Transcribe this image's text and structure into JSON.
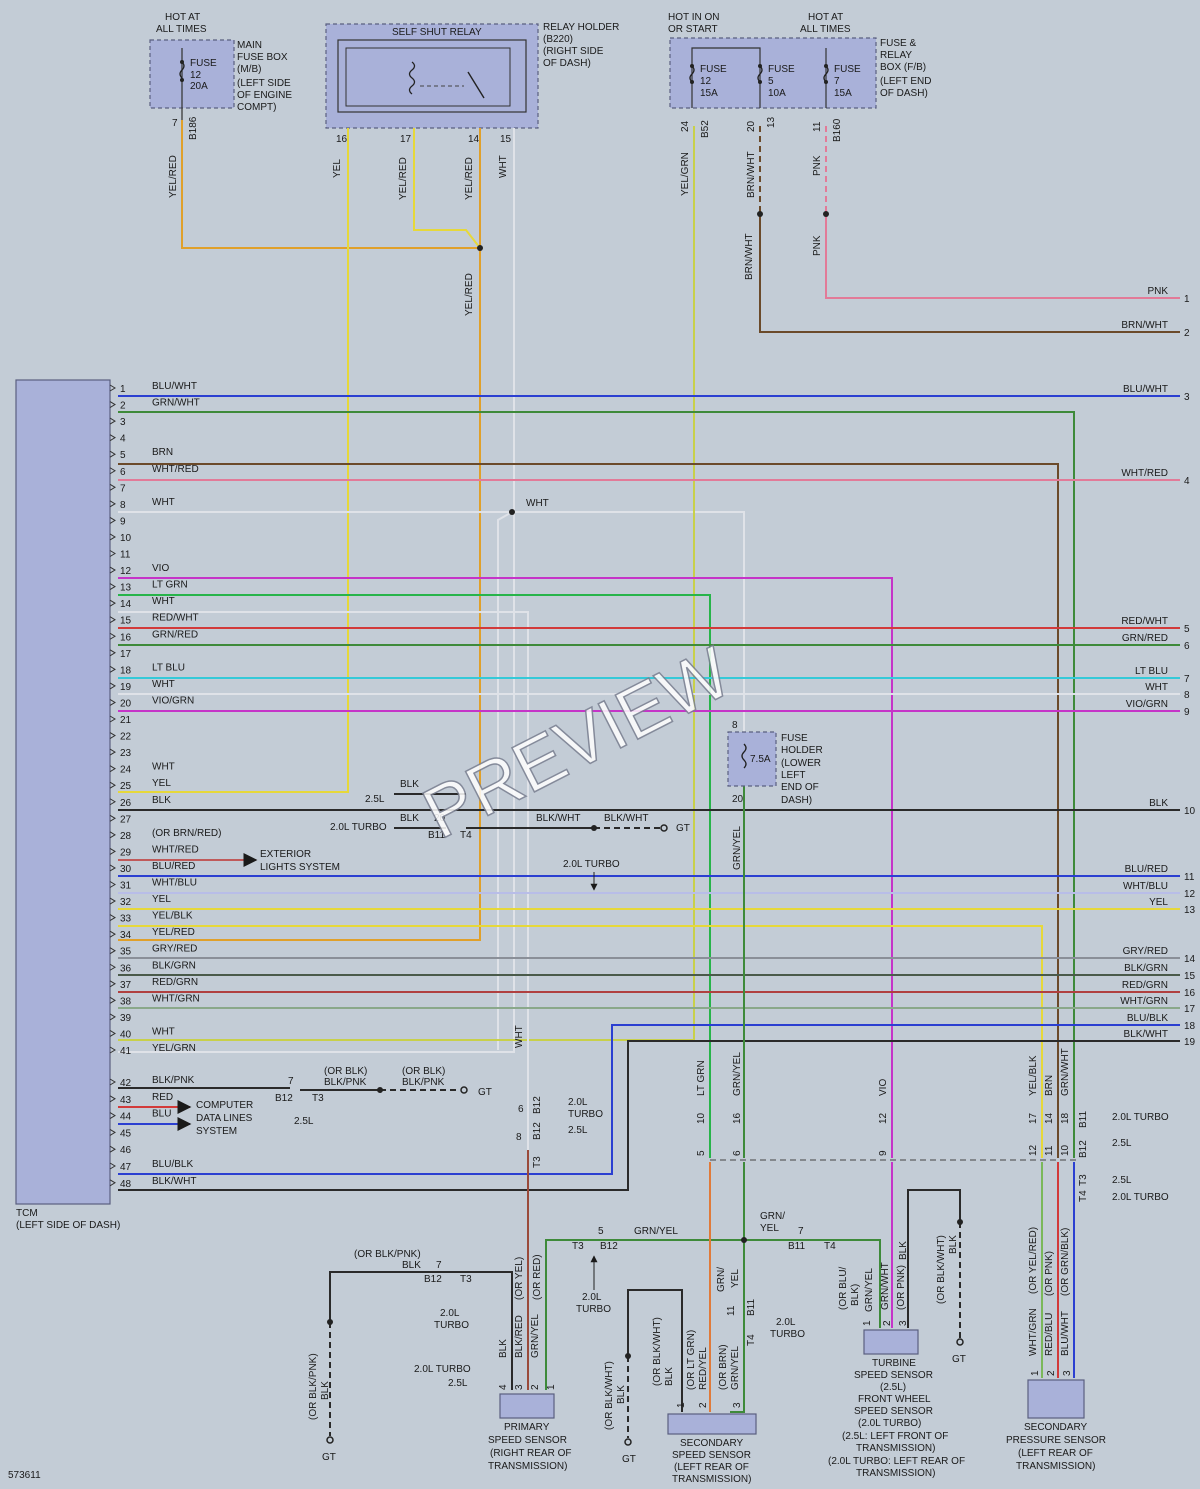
{
  "diagram_id": "573611",
  "watermark": "PREVIEW",
  "colors": {
    "BLU": "#2b3fd1",
    "GRN": "#3e8a3a",
    "BRN": "#6b4a2a",
    "PNK": "#e27a98",
    "WHT": "#eceef2",
    "VIO": "#c534c8",
    "LTGRN": "#27b44a",
    "RED": "#d23a3a",
    "LTBLU": "#35c9d8",
    "YEL": "#e6d83a",
    "BLK": "#2a2a2a",
    "GRY": "#8a8f98",
    "ORN": "#e0a02a"
  },
  "tcm": {
    "label": "TCM",
    "sub": "(LEFT SIDE OF DASH)",
    "pins": [
      {
        "n": "1",
        "label": "BLU/WHT"
      },
      {
        "n": "2",
        "label": "GRN/WHT"
      },
      {
        "n": "3",
        "label": ""
      },
      {
        "n": "4",
        "label": ""
      },
      {
        "n": "5",
        "label": "BRN"
      },
      {
        "n": "6",
        "label": "WHT/RED"
      },
      {
        "n": "7",
        "label": ""
      },
      {
        "n": "8",
        "label": "WHT"
      },
      {
        "n": "9",
        "label": ""
      },
      {
        "n": "10",
        "label": ""
      },
      {
        "n": "11",
        "label": ""
      },
      {
        "n": "12",
        "label": "VIO"
      },
      {
        "n": "13",
        "label": "LT GRN"
      },
      {
        "n": "14",
        "label": "WHT"
      },
      {
        "n": "15",
        "label": "RED/WHT"
      },
      {
        "n": "16",
        "label": "GRN/RED"
      },
      {
        "n": "17",
        "label": ""
      },
      {
        "n": "18",
        "label": "LT BLU"
      },
      {
        "n": "19",
        "label": "WHT"
      },
      {
        "n": "20",
        "label": "VIO/GRN"
      },
      {
        "n": "21",
        "label": ""
      },
      {
        "n": "22",
        "label": ""
      },
      {
        "n": "23",
        "label": ""
      },
      {
        "n": "24",
        "label": "WHT"
      },
      {
        "n": "25",
        "label": "YEL"
      },
      {
        "n": "26",
        "label": "BLK"
      },
      {
        "n": "27",
        "label": ""
      },
      {
        "n": "28",
        "label": "(OR BRN/RED)"
      },
      {
        "n": "29",
        "label": "WHT/RED"
      },
      {
        "n": "30",
        "label": "BLU/RED"
      },
      {
        "n": "31",
        "label": "WHT/BLU"
      },
      {
        "n": "32",
        "label": "YEL"
      },
      {
        "n": "33",
        "label": "YEL/BLK"
      },
      {
        "n": "34",
        "label": "YEL/RED"
      },
      {
        "n": "35",
        "label": "GRY/RED"
      },
      {
        "n": "36",
        "label": "BLK/GRN"
      },
      {
        "n": "37",
        "label": "RED/GRN"
      },
      {
        "n": "38",
        "label": "WHT/GRN"
      },
      {
        "n": "39",
        "label": ""
      },
      {
        "n": "40",
        "label": "WHT"
      },
      {
        "n": "41",
        "label": "YEL/GRN"
      },
      {
        "n": "42",
        "label": "BLK/PNK"
      },
      {
        "n": "43",
        "label": "RED"
      },
      {
        "n": "44",
        "label": "BLU"
      },
      {
        "n": "45",
        "label": ""
      },
      {
        "n": "46",
        "label": ""
      },
      {
        "n": "47",
        "label": "BLU/BLK"
      },
      {
        "n": "48",
        "label": "BLK/WHT"
      }
    ]
  },
  "right_edge": [
    {
      "n": "1",
      "label": "PNK"
    },
    {
      "n": "2",
      "label": "BRN/WHT"
    },
    {
      "n": "3",
      "label": "BLU/WHT"
    },
    {
      "n": "4",
      "label": "WHT/RED"
    },
    {
      "n": "5",
      "label": "RED/WHT"
    },
    {
      "n": "6",
      "label": "GRN/RED"
    },
    {
      "n": "7",
      "label": "LT BLU"
    },
    {
      "n": "8",
      "label": "WHT"
    },
    {
      "n": "9",
      "label": "VIO/GRN"
    },
    {
      "n": "10",
      "label": "BLK"
    },
    {
      "n": "11",
      "label": "BLU/RED"
    },
    {
      "n": "12",
      "label": "WHT/BLU"
    },
    {
      "n": "13",
      "label": "YEL"
    },
    {
      "n": "14",
      "label": "GRY/RED"
    },
    {
      "n": "15",
      "label": "BLK/GRN"
    },
    {
      "n": "16",
      "label": "RED/GRN"
    },
    {
      "n": "17",
      "label": "WHT/GRN"
    },
    {
      "n": "18",
      "label": "BLU/BLK"
    },
    {
      "n": "19",
      "label": "BLK/WHT"
    }
  ],
  "main_fuse_box": {
    "hot": [
      "HOT AT",
      "ALL TIMES"
    ],
    "fuse": [
      "FUSE",
      "12",
      "20A"
    ],
    "desc": [
      "MAIN",
      "FUSE BOX",
      "(M/B)",
      "(LEFT SIDE",
      "OF ENGINE",
      "COMPT)"
    ],
    "pin": "7",
    "conn": "B186",
    "wire": "YEL/RED"
  },
  "relay_holder": {
    "title": "SELF SHUT RELAY",
    "desc": [
      "RELAY HOLDER",
      "(B220)",
      "(RIGHT SIDE",
      "OF DASH)"
    ],
    "pins": [
      "16",
      "17",
      "14",
      "15"
    ],
    "wires": [
      "YEL",
      "YEL/RED",
      "YEL/RED",
      "WHT"
    ],
    "down_wire": "YEL/RED"
  },
  "fuse_relay_box": {
    "hot1": [
      "HOT IN ON",
      "OR START"
    ],
    "hot2": [
      "HOT AT",
      "ALL TIMES"
    ],
    "fuses": [
      [
        "FUSE",
        "12",
        "15A"
      ],
      [
        "FUSE",
        "5",
        "10A"
      ],
      [
        "FUSE",
        "7",
        "15A"
      ]
    ],
    "desc": [
      "FUSE &",
      "RELAY",
      "BOX (F/B)",
      "(LEFT END",
      "OF DASH)"
    ],
    "pins": [
      "24",
      "20",
      "11"
    ],
    "conns": [
      "B52",
      "13",
      "B160"
    ],
    "wires": [
      "YEL/GRN",
      "BRN/WHT",
      "PNK"
    ],
    "lower_wires": [
      "BRN/WHT",
      "PNK"
    ]
  },
  "fuse_holder": {
    "fuse": "7.5A",
    "pin_top": "8",
    "pin_bottom": "20",
    "desc": [
      "FUSE",
      "HOLDER",
      "(LOWER",
      "LEFT",
      "END OF",
      "DASH)"
    ],
    "wire": "GRN/YEL"
  },
  "splices": {
    "wht_label": "WHT",
    "blk_25": "2.5L",
    "blk_25_wire": "BLK",
    "blk_20": "2.0L TURBO",
    "blk_20_wire": "BLK",
    "pin20": "20",
    "b11": "B11",
    "t4": "T4",
    "blkwht_1": "BLK/WHT",
    "blkwht_2": "BLK/WHT",
    "gt": "GT",
    "ext_lights": [
      "EXTERIOR",
      "LIGHTS SYSTEM"
    ],
    "turbo_note": "2.0L TURBO",
    "data_lines": [
      "COMPUTER",
      "DATA LINES",
      "SYSTEM"
    ],
    "blkpnk_pin": "7",
    "b12": "B12",
    "t3": "T3",
    "l25": "2.5L",
    "or_blk1": [
      "(OR BLK)",
      "BLK/PNK"
    ],
    "or_blk2": [
      "(OR BLK)",
      "BLK/PNK"
    ]
  },
  "lower_connectors": {
    "wht_vert": "WHT",
    "c1": {
      "p6": "6",
      "p8": "8",
      "b12a": "B12",
      "b12b": "B12",
      "t3": "T3",
      "n1": "2.0L",
      "n2": "TURBO",
      "n3": "2.5L"
    },
    "vert_labels": [
      "LT GRN",
      "GRN/YEL",
      "VIO",
      "YEL/BLK",
      "BRN",
      "GRN/WHT"
    ],
    "vert_pins_top": [
      "10",
      "16",
      "12",
      "17",
      "14",
      "18"
    ],
    "vert_pins_bot": [
      "5",
      "6",
      "9",
      "12",
      "11",
      "10"
    ],
    "right_conns": [
      "B11",
      "B12",
      "T3",
      "T4"
    ],
    "right_notes": [
      "2.0L TURBO",
      "2.5L",
      "2.5L",
      "2.0L TURBO"
    ]
  },
  "primary_sensor": {
    "label": [
      "PRIMARY",
      "SPEED SENSOR",
      "(RIGHT REAR OF",
      "TRANSMISSION)"
    ],
    "pins": [
      "4",
      "3",
      "2",
      "1"
    ],
    "wires": [
      "BLK",
      "BLK/RED",
      "(OR YEL)",
      "(OR RED)"
    ],
    "wires2": [
      "BLK/RED",
      "GRN/YEL"
    ],
    "notes": [
      "2.0L TURBO",
      "2.5L"
    ],
    "blk": "BLK",
    "or_blk_pnk": "(OR BLK/PNK)",
    "pin7": "7",
    "b12": "B12",
    "t3": "T3",
    "turbo": [
      "2.0L",
      "TURBO"
    ],
    "gt": "GT",
    "left_wire": [
      "(OR BLK/PNK)",
      "BLK"
    ]
  },
  "secondary_speed": {
    "label": [
      "SECONDARY",
      "SPEED SENSOR",
      "(LEFT REAR OF",
      "TRANSMISSION)"
    ],
    "pins": [
      "1",
      "2",
      "3"
    ],
    "wires": [
      "(OR BLK/WHT)",
      "BLK",
      "(OR LT GRN)",
      "RED/YEL",
      "(OR BRN)",
      "GRN/YEL"
    ],
    "top": {
      "p5": "5",
      "b12": "B12",
      "t3": "T3",
      "wire": "GRN/YEL",
      "turbo": [
        "2.0L",
        "TURBO"
      ]
    },
    "mid": {
      "p11": "11",
      "b11": "B11",
      "t4": "T4",
      "turbo": [
        "2.0L",
        "TURBO"
      ],
      "wires": [
        "GRN/",
        "YEL"
      ]
    },
    "gt": "GT",
    "left": [
      "(OR BLK/WHT)",
      "BLK"
    ]
  },
  "turbine_sensor": {
    "label": [
      "TURBINE",
      "SPEED SENSOR",
      "(2.5L)",
      "FRONT WHEEL",
      "SPEED SENSOR",
      "(2.0L TURBO)",
      "(2.5L: LEFT FRONT OF",
      "TRANSMISSION)",
      "(2.0L TURBO: LEFT REAR OF",
      "TRANSMISSION)"
    ],
    "pins": [
      "1",
      "2",
      "3"
    ],
    "wires": [
      "(OR BLU/",
      "BLK)",
      "GRN/YEL",
      "GRN/WHT",
      "(OR PNK)",
      "BLK",
      "(OR BLK/WHT)"
    ],
    "top": {
      "p7": "7",
      "b11": "B11",
      "t4": "T4",
      "wire": [
        "GRN/",
        "YEL"
      ]
    },
    "right": [
      "(OR BLK/WHT)",
      "BLK"
    ],
    "gt": "GT"
  },
  "secondary_pressure": {
    "label": [
      "SECONDARY",
      "PRESSURE SENSOR",
      "(LEFT REAR OF",
      "TRANSMISSION)"
    ],
    "pins": [
      "1",
      "2",
      "3"
    ],
    "wires": [
      "WHT/GRN",
      "(OR YEL/RED)",
      "RED/BLU",
      "(OR PNK)",
      "BLU/WHT",
      "(OR GRN/BLK)"
    ]
  }
}
